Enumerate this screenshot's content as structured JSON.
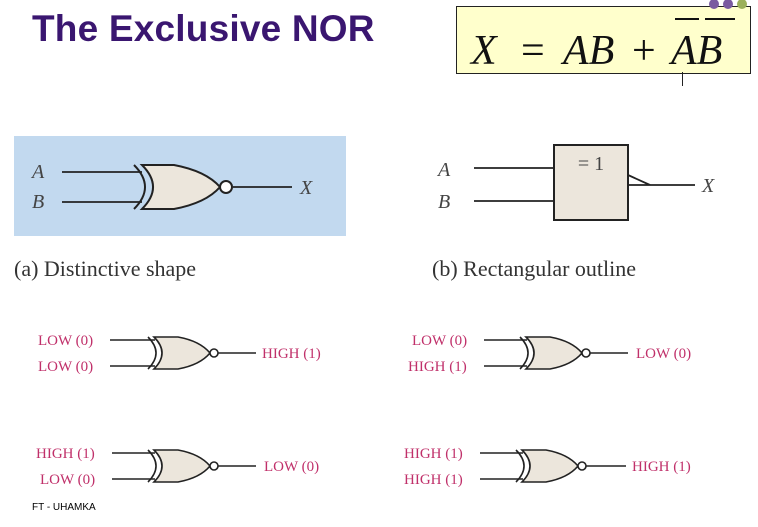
{
  "title": "The Exclusive NOR",
  "formula": {
    "lhs": "X",
    "eq": "=",
    "term1": "AB",
    "plus": "+",
    "term2": "AB"
  },
  "diagram_a": {
    "input_a": "A",
    "input_b": "B",
    "output": "X",
    "caption": "(a) Distinctive shape",
    "bg_color": "#c2d9ef"
  },
  "diagram_b": {
    "input_a": "A",
    "input_b": "B",
    "output": "X",
    "gate_label": "= 1",
    "caption": "(b) Rectangular outline"
  },
  "truth_examples": [
    {
      "in1": "LOW (0)",
      "in2": "LOW (0)",
      "out": "HIGH (1)"
    },
    {
      "in1": "LOW (0)",
      "in2": "HIGH (1)",
      "out": "LOW (0)"
    },
    {
      "in1": "HIGH (1)",
      "in2": "LOW (0)",
      "out": "LOW (0)"
    },
    {
      "in1": "HIGH (1)",
      "in2": "HIGH (1)",
      "out": "HIGH (1)"
    }
  ],
  "footer": "FT - UHAMKA",
  "colors": {
    "title": "#3a1670",
    "level_text": "#c0306a",
    "gate_fill": "#ece6dc",
    "formula_bg": "#ffffcc"
  }
}
